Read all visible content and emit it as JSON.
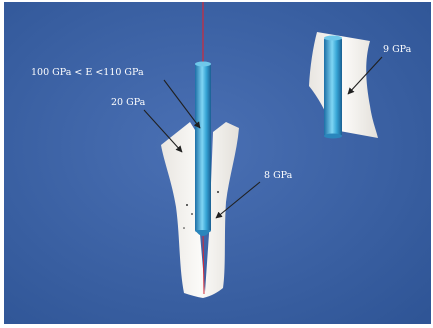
{
  "background_color": "#3f63a6",
  "tooth_color": "#f4f2ef",
  "post_color": "#2f9fd0",
  "labels": {
    "post_modulus": "100 GPa < E <110 GPa",
    "core_modulus": "20 GPa",
    "dentin_modulus": "8 GPa",
    "section_modulus": "9 GPa"
  }
}
